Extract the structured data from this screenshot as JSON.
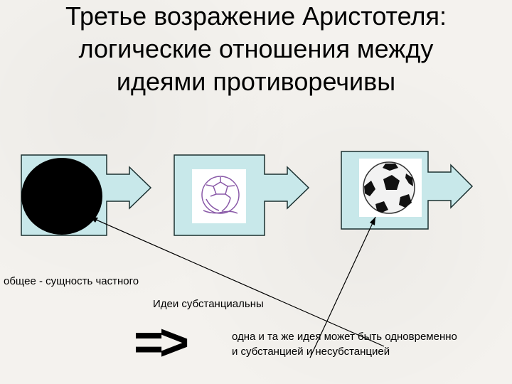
{
  "title": {
    "line1": "Третье возражение Аристотеля:",
    "line2": "логические отношения между",
    "line3": "идеями противоречивы"
  },
  "labels": {
    "general": "общее - сущность частного",
    "substantial": "Идеи субстанциальны",
    "implies": "=>",
    "note_line1": "одна и та же идея может быть одновременно",
    "note_line2": "и субстанцией и несубстанцией"
  },
  "colors": {
    "box_fill": "#c8e8ea",
    "box_stroke": "#1a3030",
    "ellipse": "#000000",
    "ball_outline": "#8a5aa8"
  },
  "icons": [
    "black-ellipse-icon",
    "outline-ball-icon",
    "soccer-ball-icon"
  ]
}
